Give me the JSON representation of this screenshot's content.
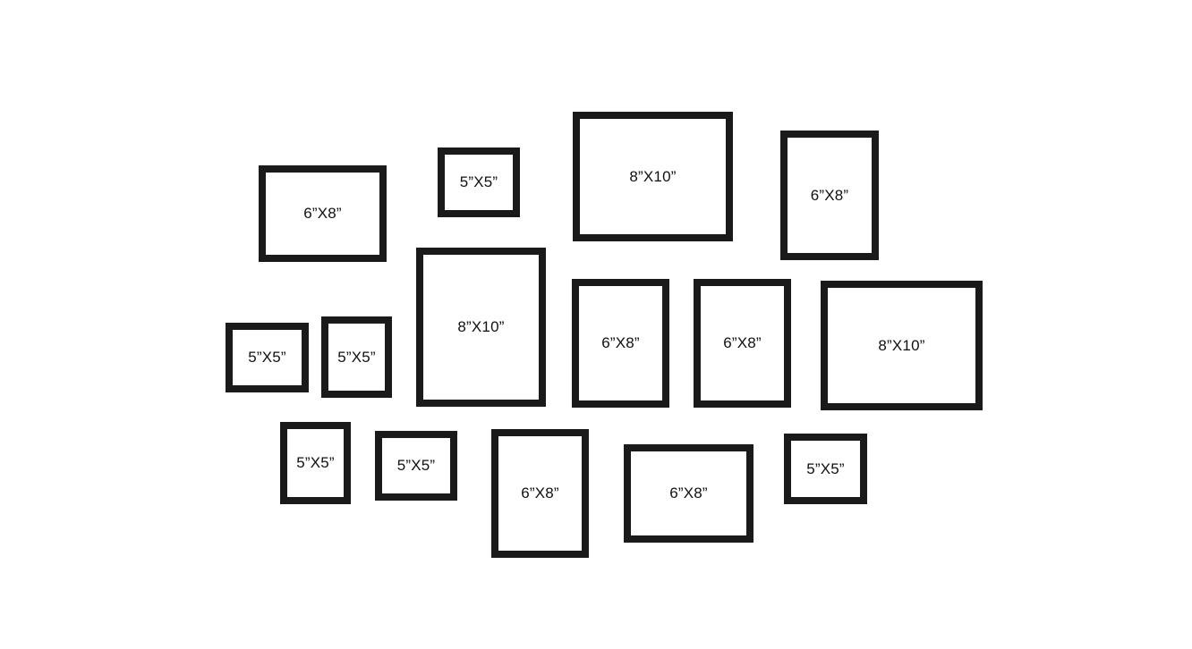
{
  "frames": [
    {
      "label": "6”X8”"
    },
    {
      "label": "5”X5”"
    },
    {
      "label": "8”X10”"
    },
    {
      "label": "6”X8”"
    },
    {
      "label": "8”X10”"
    },
    {
      "label": "6”X8”"
    },
    {
      "label": "6”X8”"
    },
    {
      "label": "8”X10”"
    },
    {
      "label": "5”X5”"
    },
    {
      "label": "5”X5”"
    },
    {
      "label": "5”X5”"
    },
    {
      "label": "5”X5”"
    },
    {
      "label": "6”X8”"
    },
    {
      "label": "6”X8”"
    },
    {
      "label": "5”X5”"
    }
  ],
  "colors": {
    "frame": "#1a1a1a",
    "background": "#ffffff",
    "text": "#111111"
  }
}
